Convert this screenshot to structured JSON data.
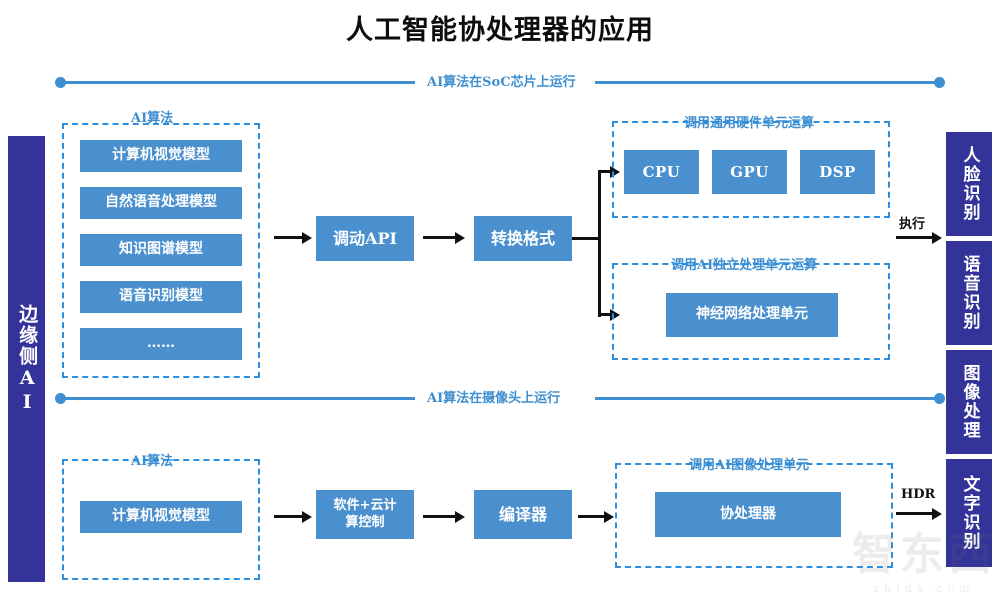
{
  "title": "人工智能协处理器的应用",
  "colors": {
    "accent_blue": "#3f8fd0",
    "box_blue": "#4a90ce",
    "dark_blue": "#333399",
    "dash_blue": "#2a8fe0",
    "arrow_black": "#111111"
  },
  "edge_bar": {
    "label": "边缘侧AI"
  },
  "dividers": [
    {
      "label": "AI算法在SoC芯片上运行"
    },
    {
      "label": "AI算法在摄像头上运行"
    }
  ],
  "top_section": {
    "algo_group": {
      "label": "AI算法",
      "items": [
        "计算机视觉模型",
        "自然语音处理模型",
        "知识图谱模型",
        "语音识别模型",
        "……"
      ]
    },
    "steps": [
      "调动API",
      "转换格式"
    ],
    "hardware_group": {
      "label": "调用通用硬件单元运算",
      "items": [
        "CPU",
        "GPU",
        "DSP"
      ]
    },
    "ai_group": {
      "label": "调用AI独立处理单元运算",
      "items": [
        "神经网络处理单元"
      ]
    },
    "exec_label": "执行"
  },
  "bottom_section": {
    "algo_group": {
      "label": "AI算法",
      "items": [
        "计算机视觉模型"
      ]
    },
    "steps": [
      "软件+云计\n算控制",
      "编译器"
    ],
    "image_group": {
      "label": "调用AI图像处理单元",
      "items": [
        "协处理器"
      ]
    },
    "hdr_label": "HDR"
  },
  "outputs": [
    "人脸识别",
    "语音识别",
    "图像处理",
    "文字识别"
  ],
  "watermark": {
    "text": "智东西",
    "sub": "zhidx.com"
  }
}
